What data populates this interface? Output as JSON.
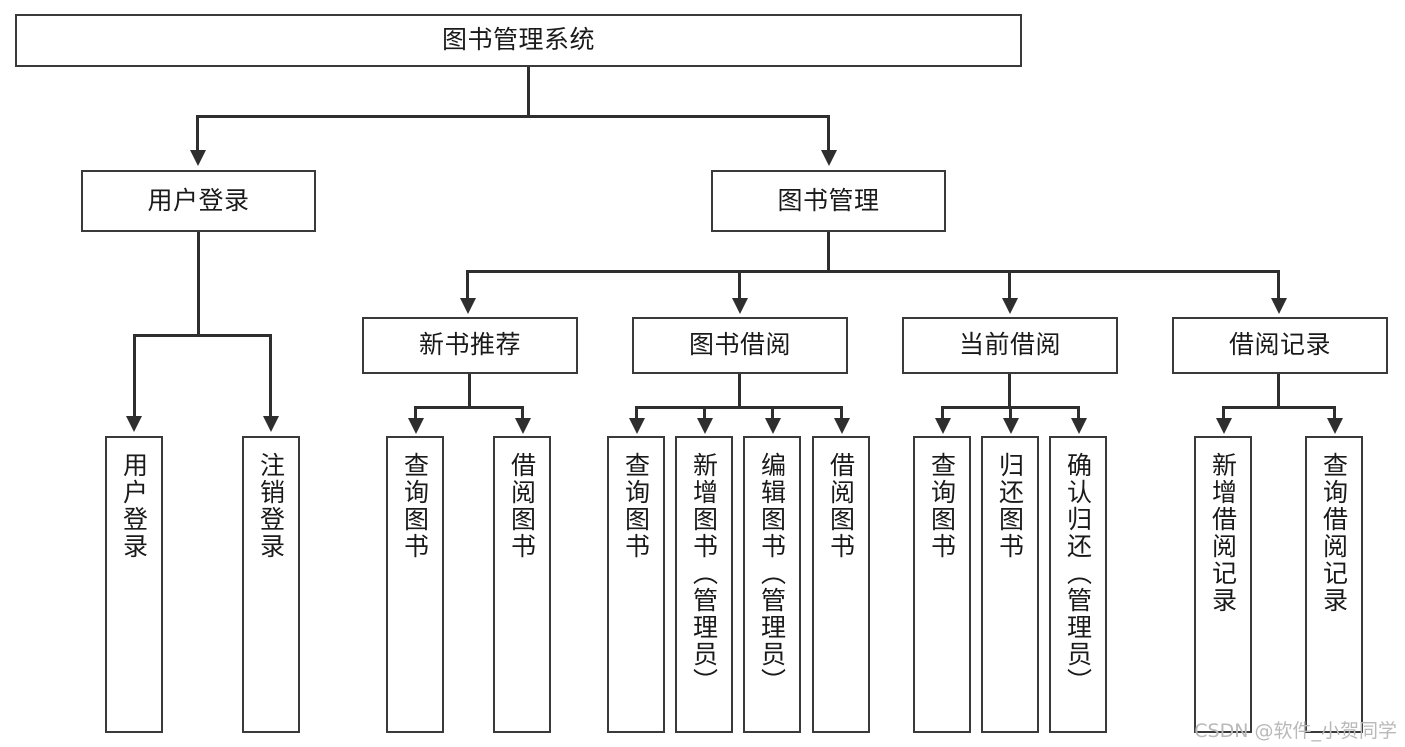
{
  "diagram": {
    "type": "tree-hierarchy",
    "title": "图书管理系统",
    "watermark": "CSDN @软件_小贺同学",
    "colors": {
      "box_border": "#3a3a3a",
      "connector": "#2e2e2e",
      "background": "#ffffff",
      "text": "#1a1a1a",
      "watermark": "#b9b9b9"
    },
    "root": {
      "label": "图书管理系统"
    },
    "level2": [
      {
        "label": "用户登录"
      },
      {
        "label": "图书管理"
      }
    ],
    "level3": [
      {
        "label": "新书推荐"
      },
      {
        "label": "图书借阅"
      },
      {
        "label": "当前借阅"
      },
      {
        "label": "借阅记录"
      }
    ],
    "leaves": {
      "user_login": [
        {
          "label": "用户登录"
        },
        {
          "label": "注销登录"
        }
      ],
      "new_book_recommend": [
        {
          "label": "查询图书"
        },
        {
          "label": "借阅图书"
        }
      ],
      "book_borrow": [
        {
          "label": "查询图书"
        },
        {
          "label": "新增图书（管理员）"
        },
        {
          "label": "编辑图书（管理员）"
        },
        {
          "label": "借阅图书"
        }
      ],
      "current_borrow": [
        {
          "label": "查询图书"
        },
        {
          "label": "归还图书"
        },
        {
          "label": "确认归还（管理员）"
        }
      ],
      "borrow_record": [
        {
          "label": "新增借阅记录"
        },
        {
          "label": "查询借阅记录"
        }
      ]
    }
  }
}
